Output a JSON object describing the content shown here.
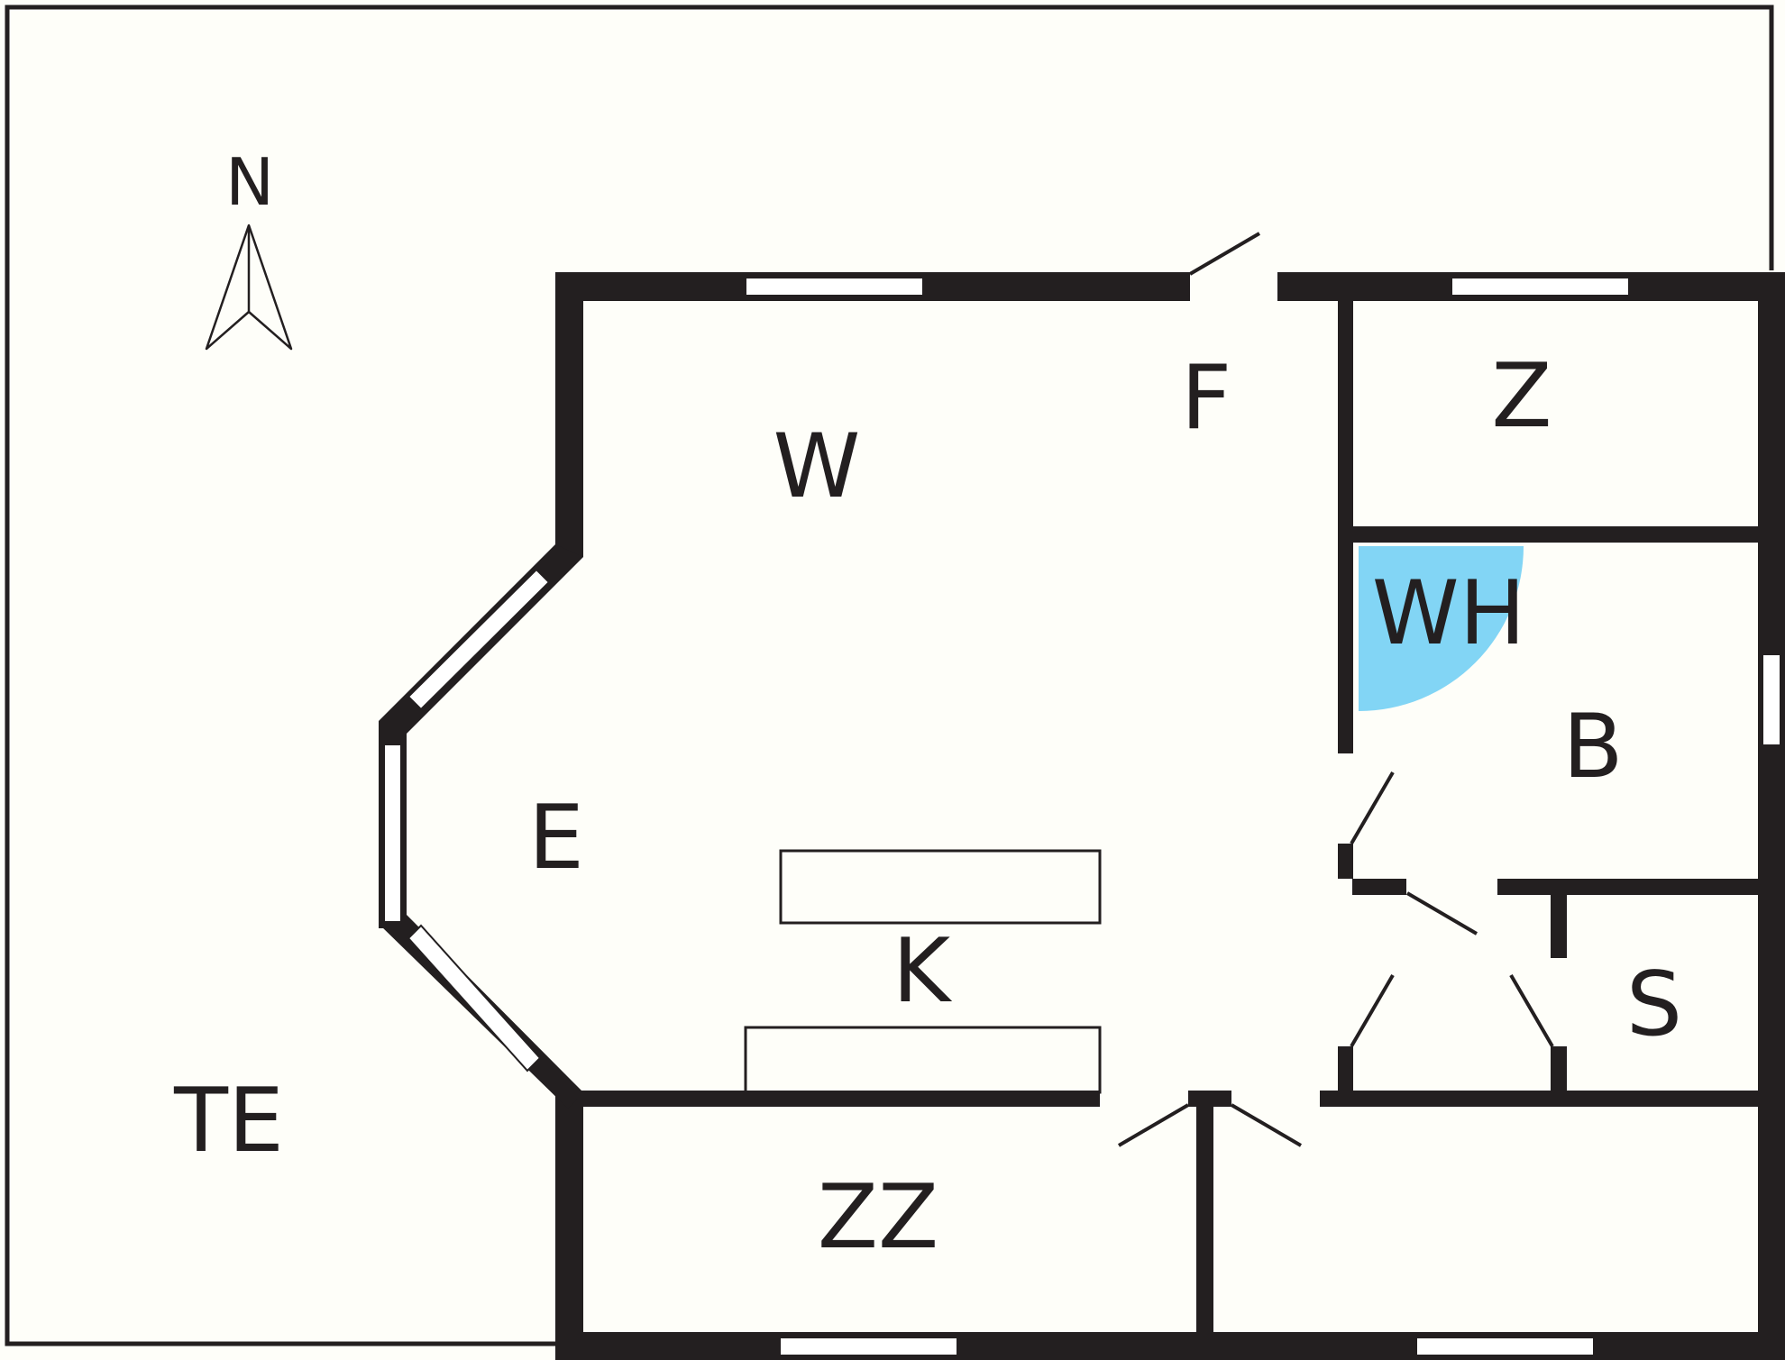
{
  "compass": {
    "label": "N",
    "icon": "north-arrow-icon"
  },
  "rooms": {
    "w": "W",
    "f": "F",
    "z": "Z",
    "wh": "WH",
    "b": "B",
    "e": "E",
    "k": "K",
    "s": "S",
    "te": "TE",
    "zz": "ZZ"
  },
  "colors": {
    "wall": "#231f20",
    "background": "#fefef9",
    "water_heater": "#82d5f5",
    "window": "#ffffff"
  }
}
